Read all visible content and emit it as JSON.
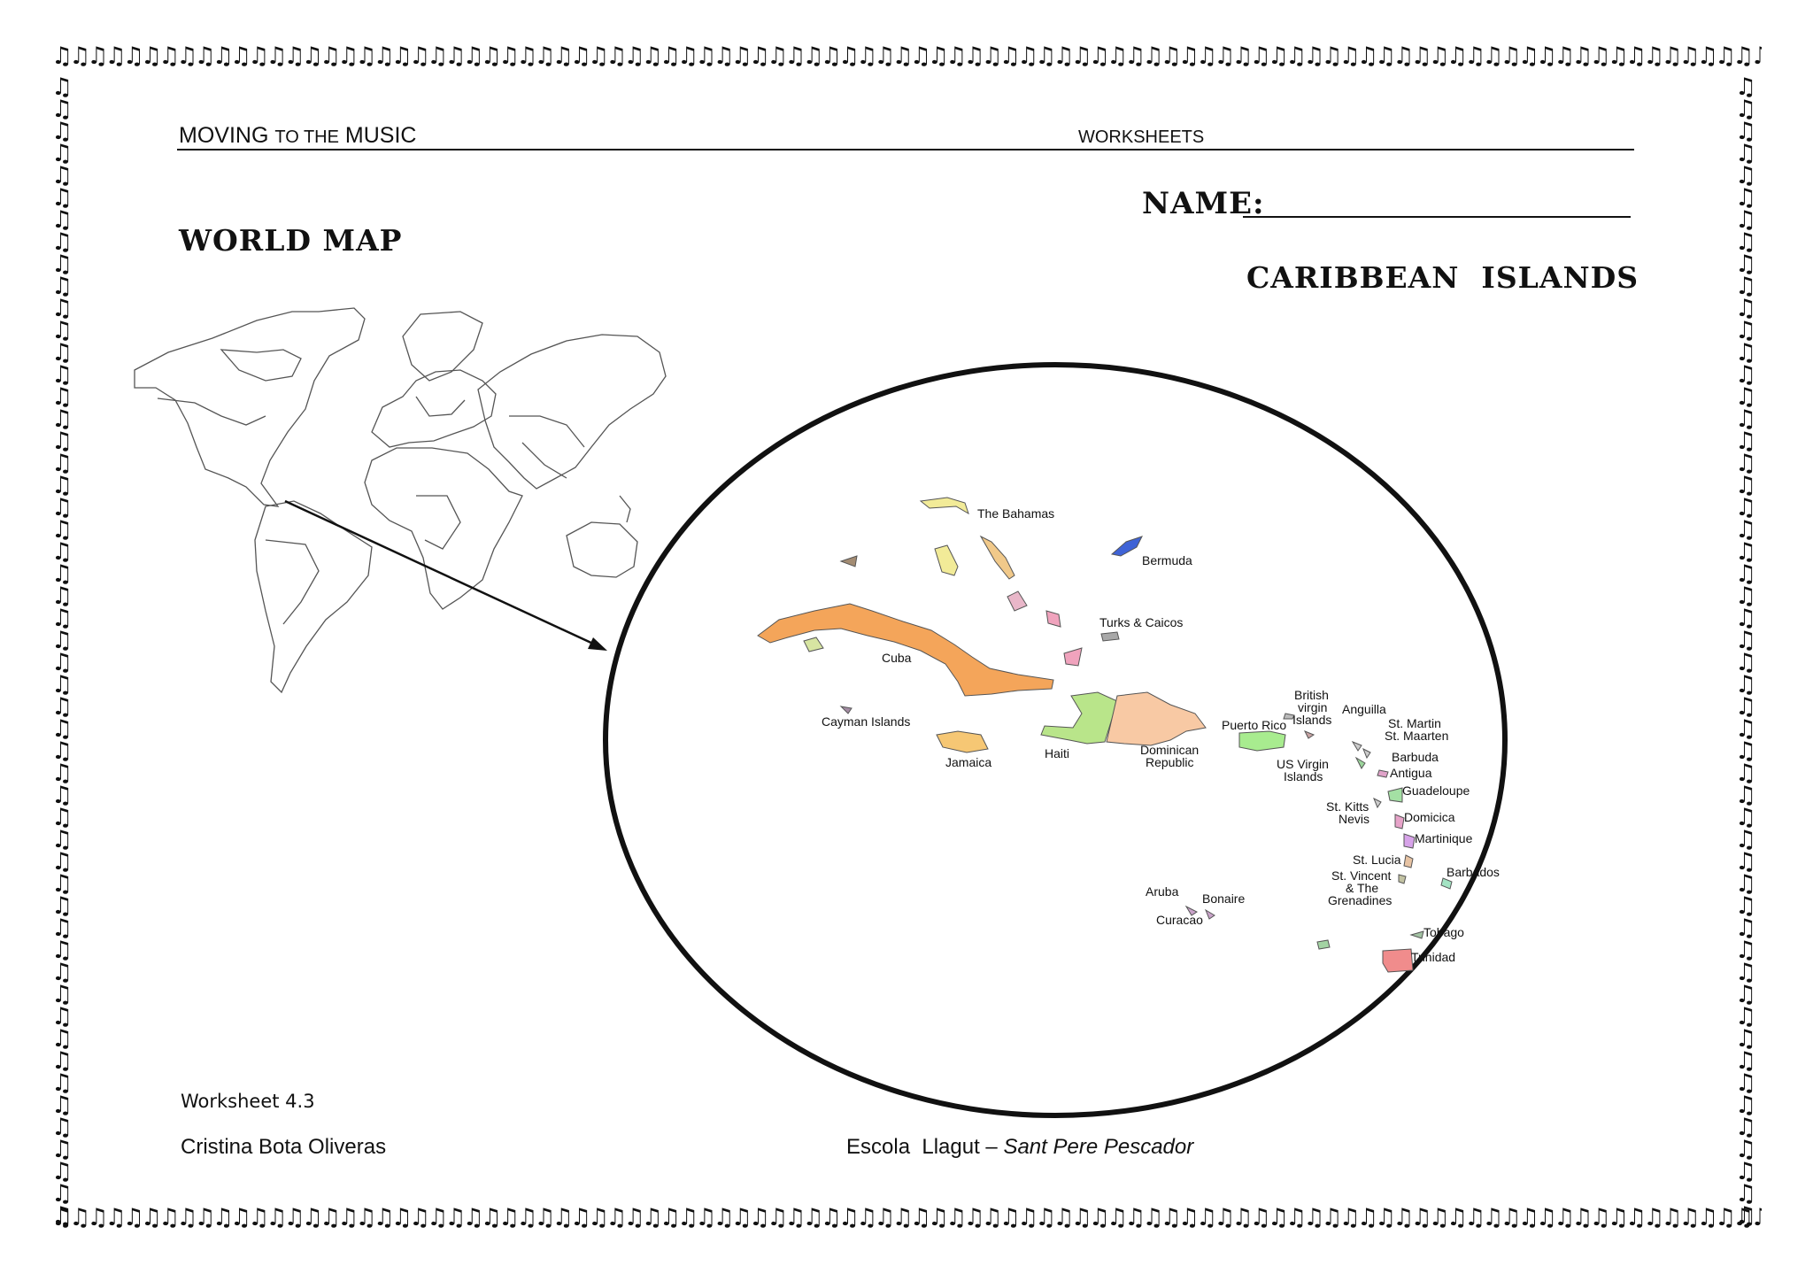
{
  "header": {
    "left_parts": [
      "MOVING",
      "TO THE",
      "MUSIC"
    ],
    "right": "WORKSHEETS"
  },
  "name_label": "NAME:",
  "world_title": "WORLD MAP",
  "caribbean_title": "CARIBBEAN  ISLANDS",
  "map_labels": {
    "bahamas": "The Bahamas",
    "bermuda": "Bermuda",
    "turks": "Turks & Caicos",
    "cuba": "Cuba",
    "cayman": "Cayman Islands",
    "jamaica": "Jamaica",
    "haiti": "Haiti",
    "dominican1": "Dominican",
    "dominican2": "Republic",
    "puerto_rico": "Puerto Rico",
    "bvi1": "British",
    "bvi2": "virgin",
    "bvi3": "Islands",
    "anguilla": "Anguilla",
    "stmartin1": "St. Martin",
    "stmartin2": "St. Maarten",
    "usvi1": "US Virgin",
    "usvi2": "Islands",
    "barbuda": "Barbuda",
    "antigua": "Antigua",
    "guadeloupe": "Guadeloupe",
    "stkitts1": "St. Kitts",
    "stkitts2": "Nevis",
    "dominica": "Domicica",
    "martinique": "Martinique",
    "stlucia": "St. Lucia",
    "stvincent1": "St. Vincent",
    "stvincent2": "& The",
    "stvincent3": "Grenadines",
    "barbados": "Barbados",
    "aruba": "Aruba",
    "bonaire": "Bonaire",
    "curacao": "Curacao",
    "tobago": "Tobago",
    "trinidad": "Trinidad"
  },
  "footer": {
    "worksheet": "Worksheet 4.3",
    "author": "Cristina Bota Oliveras",
    "school": "Escola  Llagut – ",
    "town": "Sant Pere Pescador"
  },
  "colors": {
    "cuba": "#f4a55a",
    "jamaica": "#f6c774",
    "haiti": "#b9e58a",
    "dominican": "#f8c9a4",
    "puerto_rico": "#a8ec8f",
    "bermuda": "#3f63d6",
    "trinidad": "#f08c8c",
    "bahamas": "#f2eb98"
  }
}
